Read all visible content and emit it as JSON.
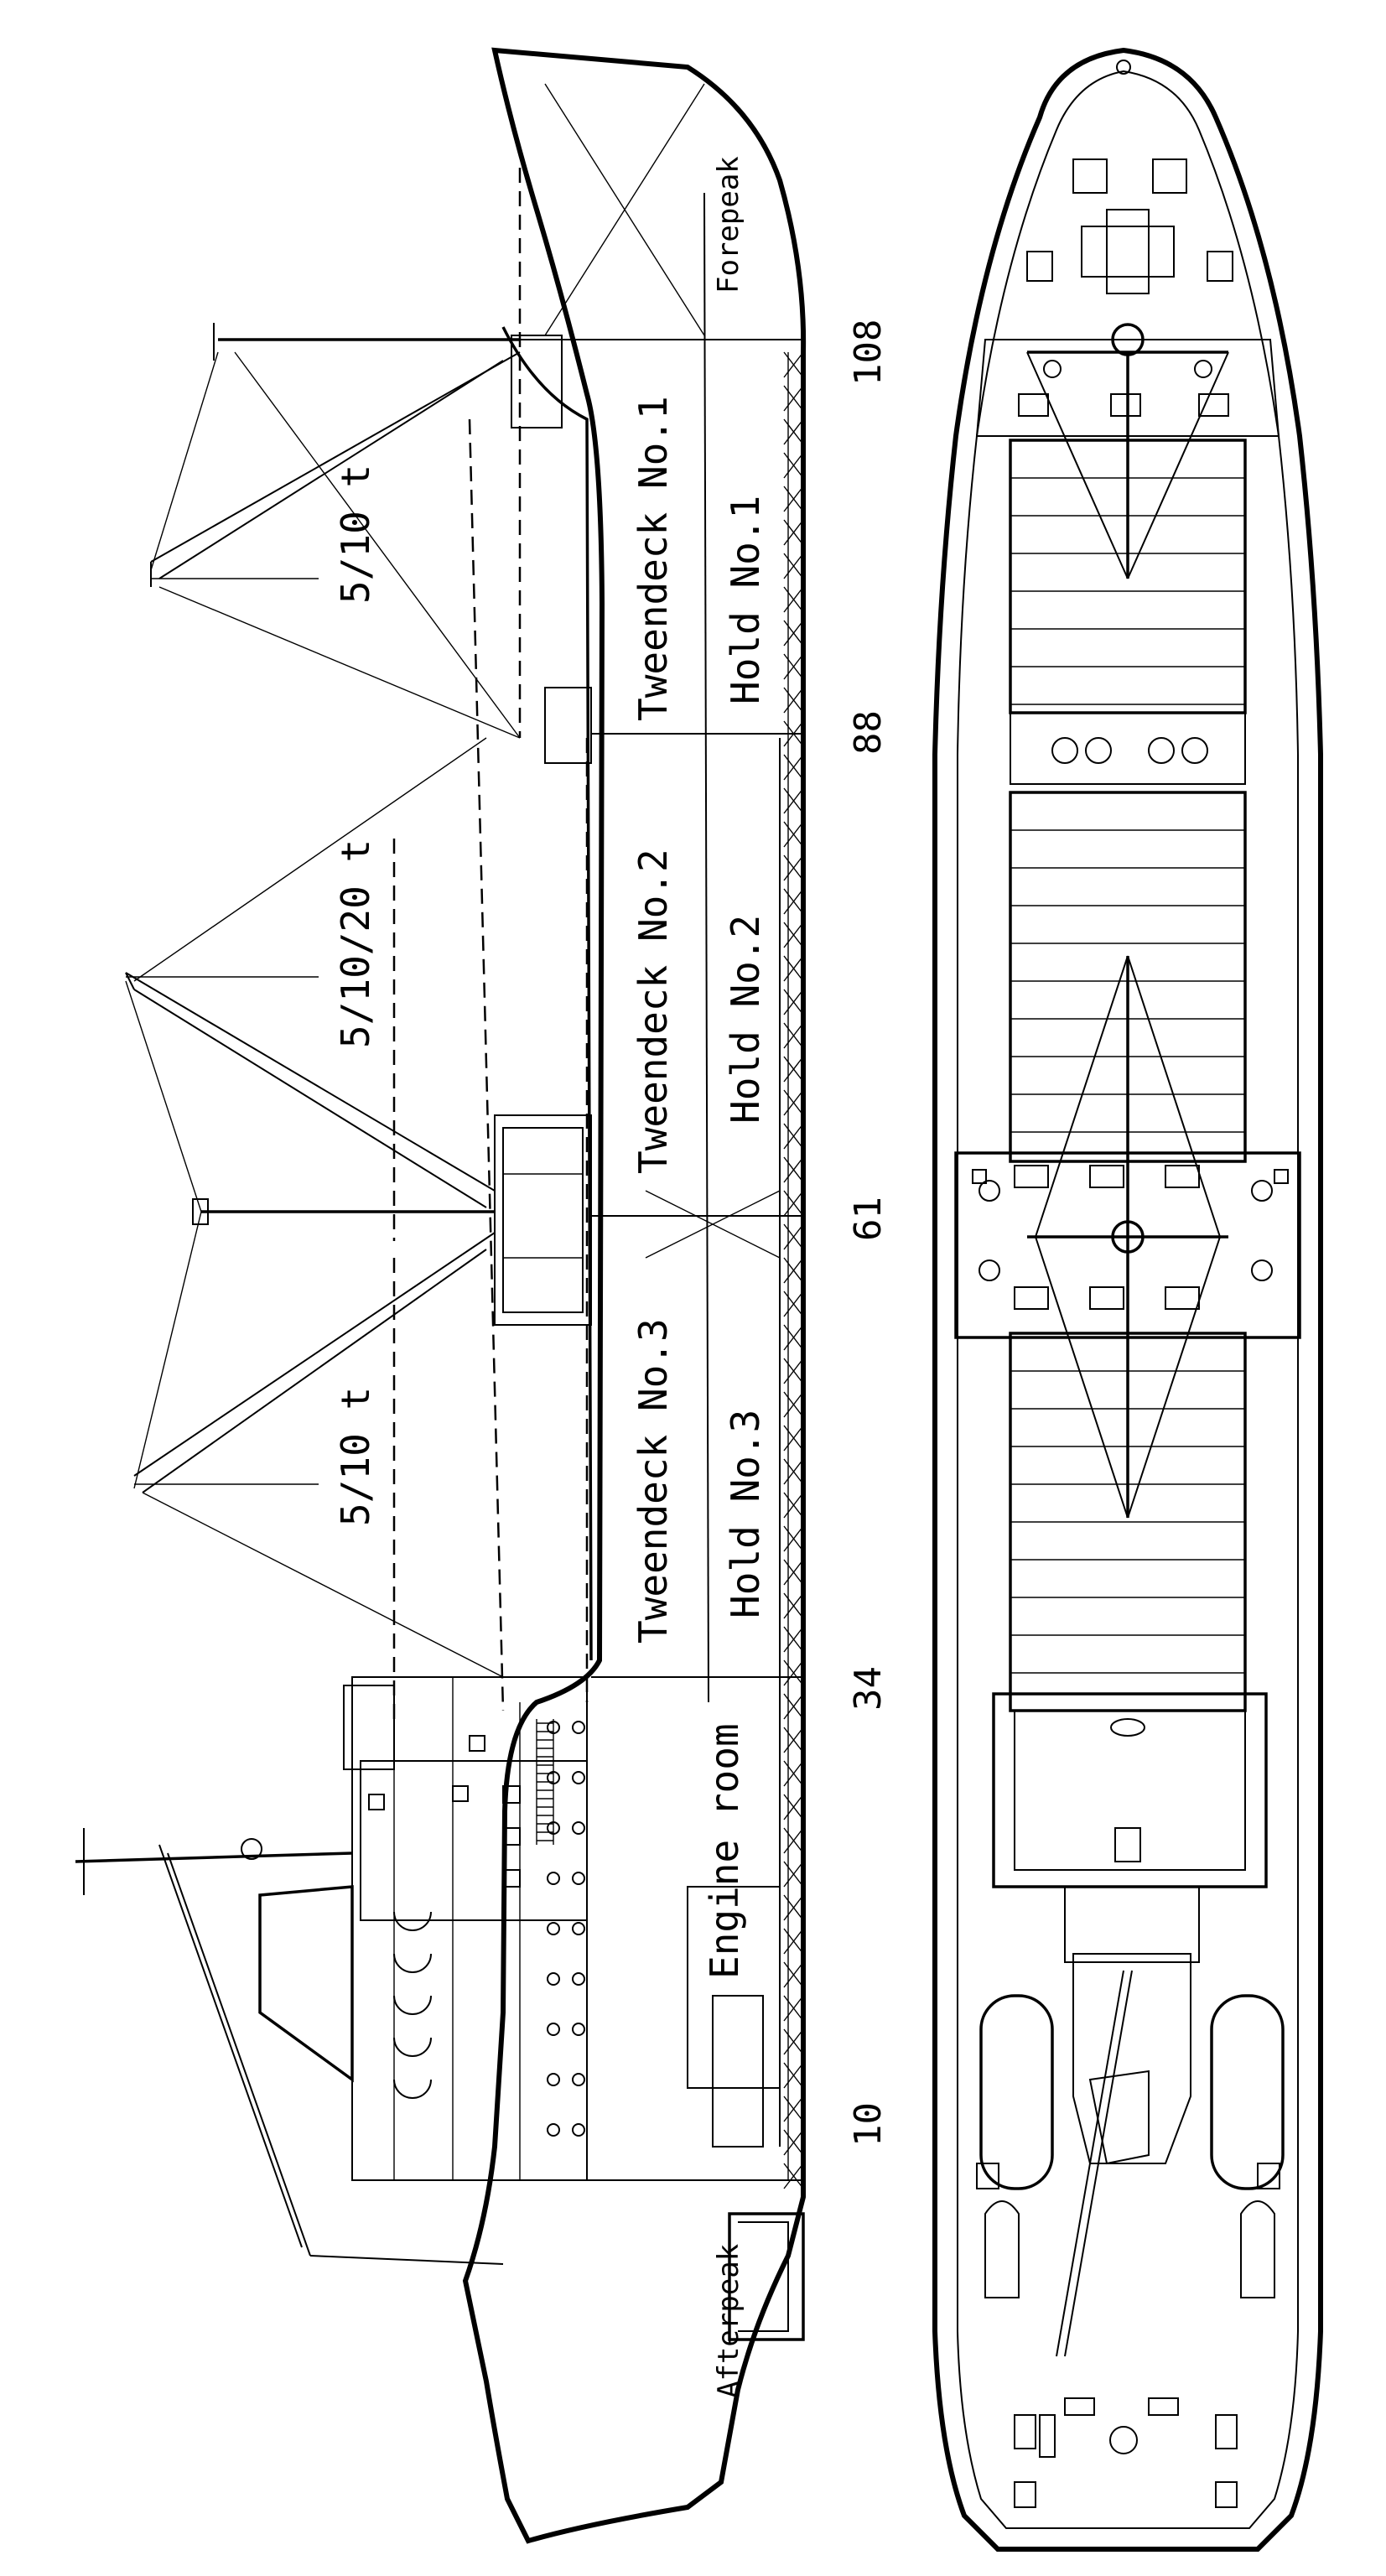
{
  "profile": {
    "compartments": [
      {
        "id": "forepeak",
        "label": "Forepeak"
      },
      {
        "id": "tweendeck1",
        "label": "Tweendeck No.1"
      },
      {
        "id": "hold1",
        "label": "Hold No.1"
      },
      {
        "id": "tweendeck2",
        "label": "Tweendeck No.2"
      },
      {
        "id": "hold2",
        "label": "Hold No.2"
      },
      {
        "id": "tweendeck3",
        "label": "Tweendeck No.3"
      },
      {
        "id": "hold3",
        "label": "Hold No.3"
      },
      {
        "id": "engine",
        "label": "Engine room"
      },
      {
        "id": "afterpeak",
        "label": "Afterpeak"
      }
    ],
    "frames": [
      "108",
      "88",
      "61",
      "34",
      "10"
    ],
    "derricks": [
      {
        "id": "fore",
        "capacity": "5/10 t"
      },
      {
        "id": "mid",
        "capacity": "5/10/20 t"
      },
      {
        "id": "aft",
        "capacity": "5/10 t"
      }
    ]
  },
  "colors": {
    "line": "#000000",
    "background": "#ffffff"
  }
}
